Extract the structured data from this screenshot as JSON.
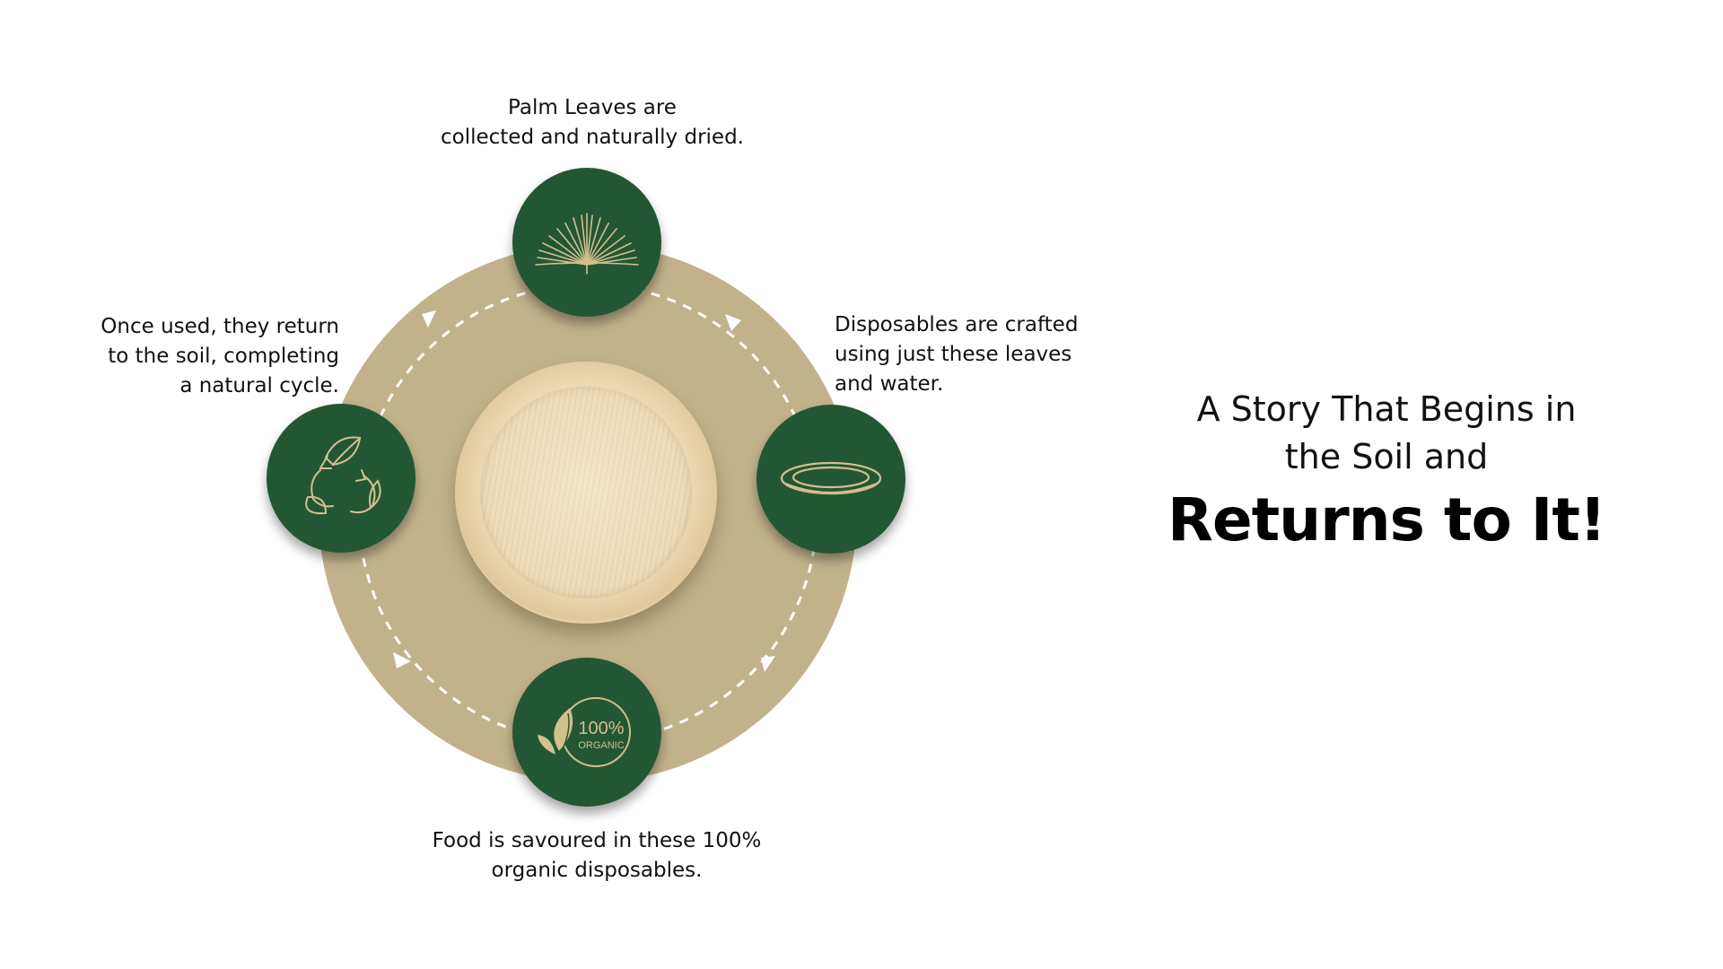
{
  "colors": {
    "ring": "#c2b28c",
    "node": "#235733",
    "icon_stroke": "#d2c08e",
    "dash": "#ffffff"
  },
  "steps": {
    "top": {
      "icon": "palm-leaf-icon",
      "lines": [
        "Palm Leaves are",
        "collected and naturally dried."
      ]
    },
    "right": {
      "icon": "plate-icon",
      "lines": [
        "Disposables are crafted",
        "using just these leaves",
        "and water."
      ]
    },
    "bottom": {
      "icon": "organic-badge-icon",
      "badge_text": "100%",
      "badge_subtext": "ORGANIC",
      "lines": [
        "Food is savoured in these 100%",
        "organic disposables."
      ]
    },
    "left": {
      "icon": "recycle-leaves-icon",
      "lines": [
        "Once used, they return",
        "to the soil, completing",
        "a natural cycle."
      ]
    }
  },
  "center": {
    "image": "palm-leaf-plate"
  },
  "headline": {
    "line1": "A Story That Begins in",
    "line2": "the Soil and",
    "emphasis": "Returns to It!"
  }
}
